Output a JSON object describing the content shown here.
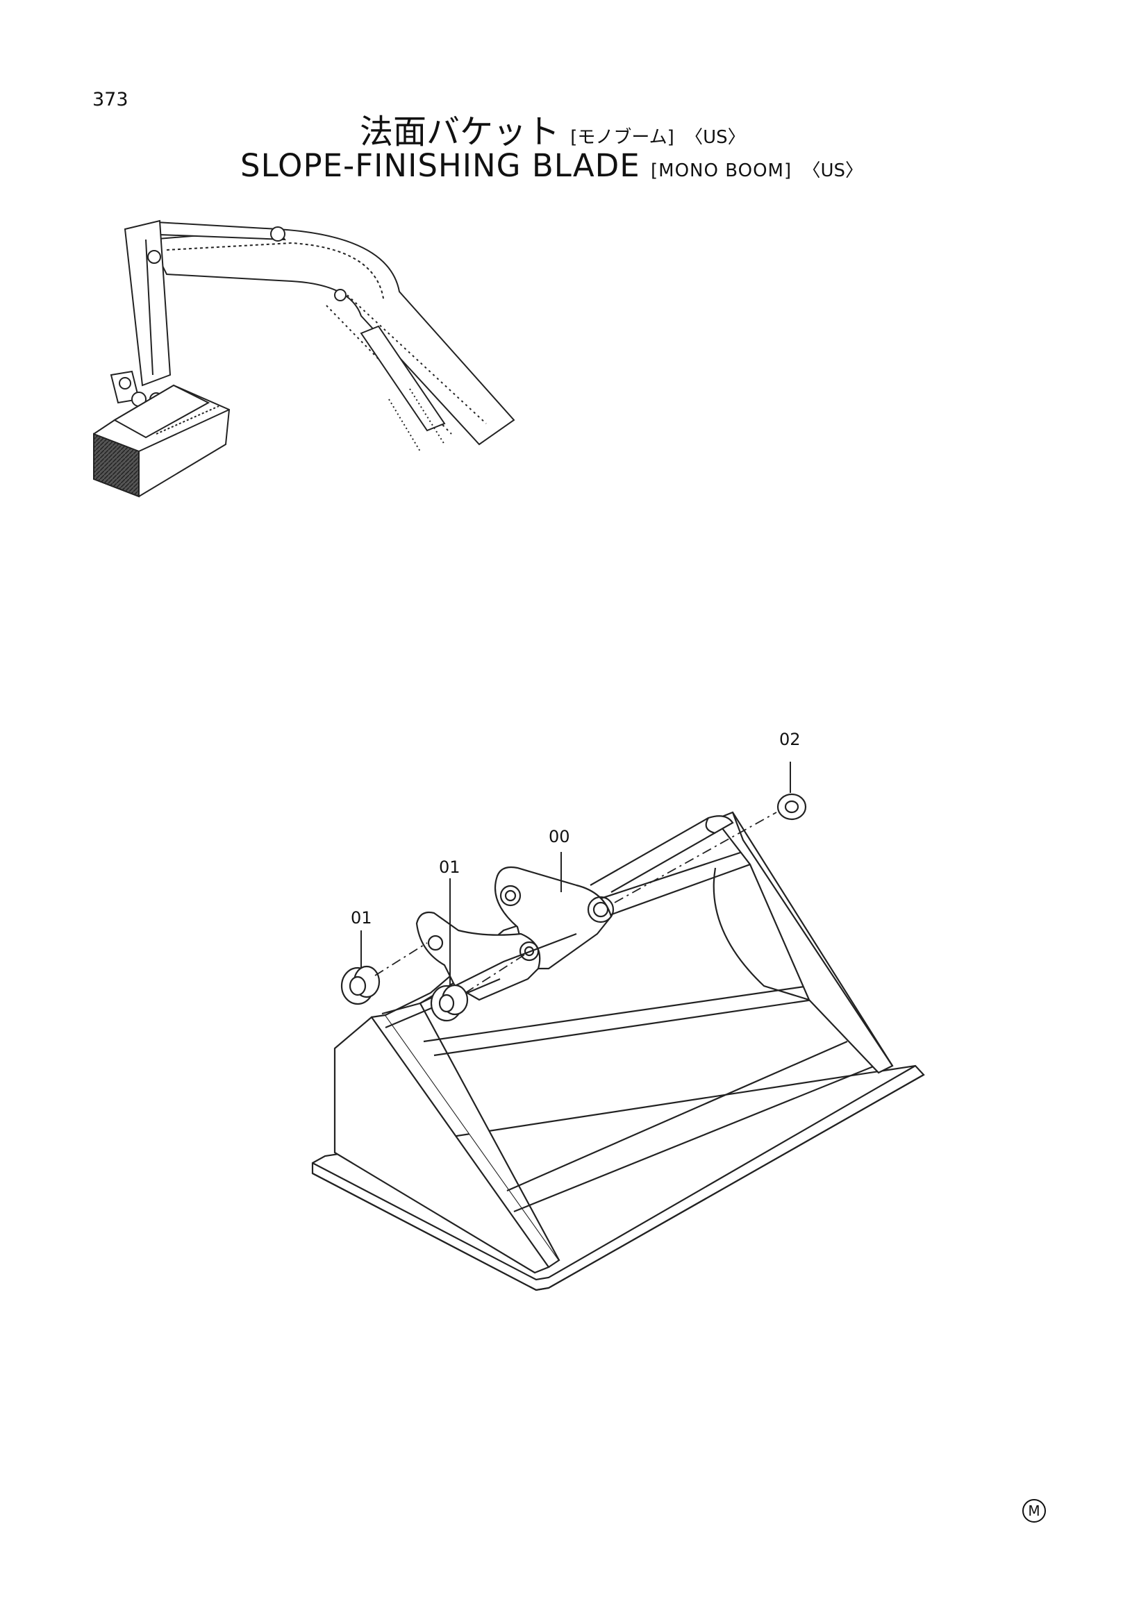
{
  "page_number": "373",
  "title_ja": {
    "main": "法面バケット",
    "bracket": "[モノブーム]",
    "region": "〈US〉"
  },
  "title_en": {
    "main": "SLOPE-FINISHING BLADE",
    "bracket": "[MONO BOOM]",
    "region": "〈US〉"
  },
  "callouts": {
    "c00": "00",
    "c01a": "01",
    "c01b": "01",
    "c02": "02"
  },
  "mark": "M"
}
